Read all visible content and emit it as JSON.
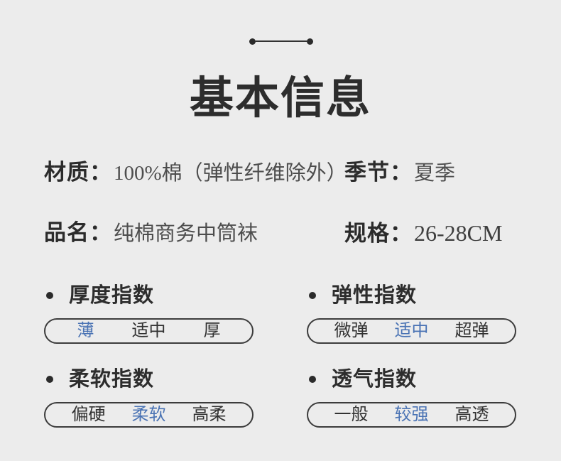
{
  "page": {
    "title": "基本信息"
  },
  "info": {
    "material": {
      "label": "材质：",
      "value": "100%棉（弹性纤维除外）"
    },
    "season": {
      "label": "季节：",
      "value": "夏季"
    },
    "product_name": {
      "label": "品名：",
      "value": "纯棉商务中筒袜"
    },
    "spec": {
      "label": "规格：",
      "value": "26-28CM"
    }
  },
  "indexes": [
    {
      "title": "厚度指数",
      "options": [
        "薄",
        "适中",
        "厚"
      ],
      "selected": 0
    },
    {
      "title": "弹性指数",
      "options": [
        "微弹",
        "适中",
        "超弹"
      ],
      "selected": 1
    },
    {
      "title": "柔软指数",
      "options": [
        "偏硬",
        "柔软",
        "高柔"
      ],
      "selected": 1
    },
    {
      "title": "透气指数",
      "options": [
        "一般",
        "较强",
        "高透"
      ],
      "selected": 1
    }
  ],
  "colors": {
    "background": "#ececec",
    "heading_text": "#2d2d2d",
    "value_text": "#4d4d4d",
    "accent": "#4a73b4",
    "pill_border": "#3c3c3c"
  }
}
